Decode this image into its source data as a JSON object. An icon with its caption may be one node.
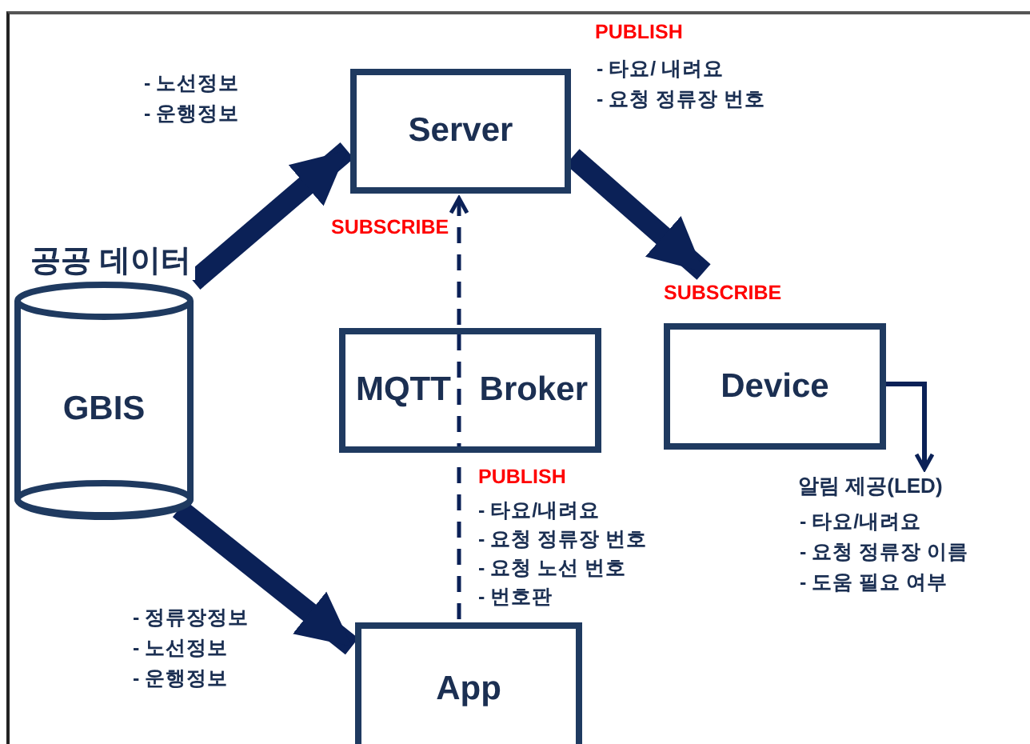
{
  "diagram": {
    "nodes": [
      {
        "text": [
          "공공 데이터",
          "GBIS"
        ]
      },
      {
        "text": [
          "Server"
        ]
      },
      {
        "text": [
          "MQTT Broker"
        ]
      },
      {
        "text": [
          "Device"
        ]
      },
      {
        "text": [
          "App"
        ]
      },
      {
        "text": [
          "알림 제공(LED)"
        ]
      }
    ],
    "edges": [
      {
        "from": 0,
        "to": 1,
        "arrow": "to",
        "style": "thick"
      },
      {
        "from": 1,
        "to": 3,
        "arrow": "to",
        "style": "thick"
      },
      {
        "from": 0,
        "to": 4,
        "arrow": "to",
        "style": "thick"
      },
      {
        "from": 4,
        "to": 2,
        "arrow": "none",
        "style": "dashed"
      },
      {
        "from": 2,
        "to": 1,
        "arrow": "to",
        "style": "dashed"
      },
      {
        "from": 3,
        "to": 5,
        "arrow": "to"
      }
    ],
    "labels": [
      "- 노선정보",
      "- 운행정보",
      "PUBLISH",
      "- 타요/ 내려요",
      "- 요청 정류장 번호",
      "SUBSCRIBE",
      "SUBSCRIBE",
      "PUBLISH",
      "- 타요/내려요",
      "- 요청 정류장 번호",
      "- 요청 노선 번호",
      "- 번호판",
      "- 정류장정보",
      "- 노선정보",
      "- 운행정보",
      "- 타요/내려요",
      "- 요청 정류장 이름",
      "- 도움 필요 여부"
    ]
  }
}
